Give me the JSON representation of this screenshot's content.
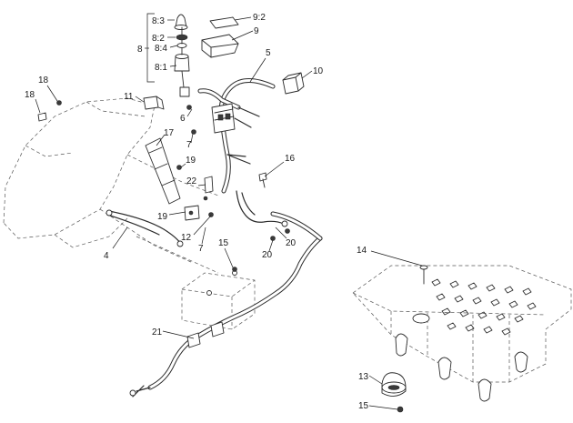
{
  "callouts": {
    "c1": "8:3",
    "c2": "9:2",
    "c3": "8:2",
    "c4": "9",
    "c5": "8",
    "c6": "8:4",
    "c7": "5",
    "c8": "8:1",
    "c9": "10",
    "c10": "18",
    "c11": "18",
    "c12": "11",
    "c13": "6",
    "c14": "17",
    "c15": "7",
    "c16": "19",
    "c17": "16",
    "c18": "22",
    "c19": "19",
    "c20": "4",
    "c21": "12",
    "c22": "7",
    "c23": "20",
    "c24": "20",
    "c25": "15",
    "c26": "14",
    "c27": "21",
    "c28": "13",
    "c29": "15"
  }
}
